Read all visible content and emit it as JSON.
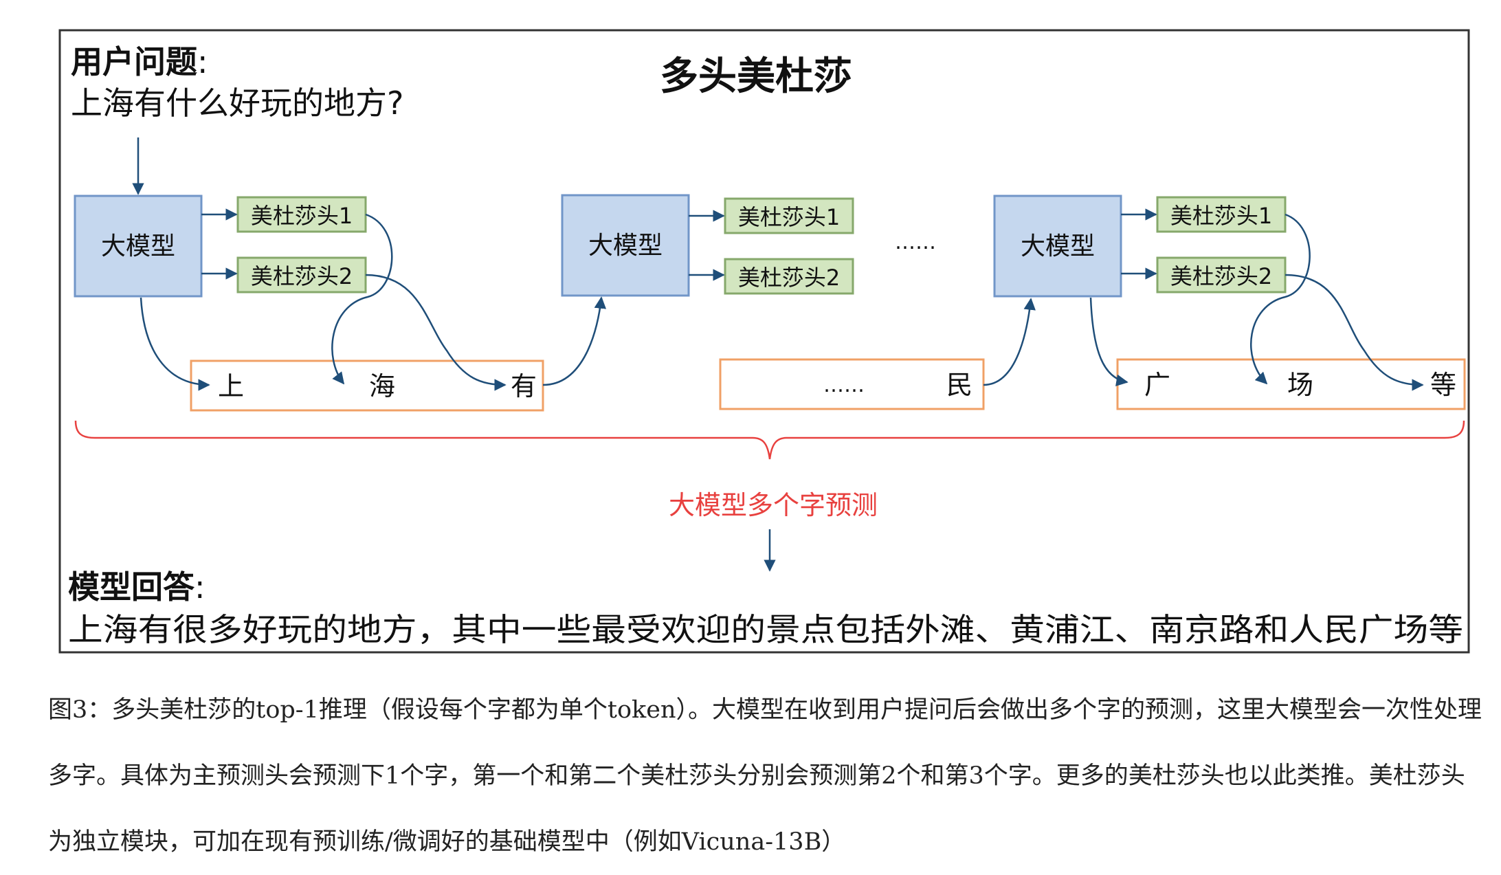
{
  "figure": {
    "title": "多头美杜莎",
    "question_label": "用户问题",
    "question_colon": ":",
    "question_text": "上海有什么好玩的地方?",
    "answer_label": "模型回答",
    "answer_colon": ":",
    "answer_text": "上海有很多好玩的地方，其中一些最受欢迎的景点包括外滩、黄浦江、南京路和人民广场等",
    "llm_label": "大模型",
    "head1_label": "美杜莎头1",
    "head2_label": "美杜莎头2",
    "ellipsis": "……",
    "brace_label": "大模型多个字预测",
    "token_box1": [
      "上",
      "海",
      "有"
    ],
    "token_box2": [
      "……",
      "民"
    ],
    "token_box3": [
      "广",
      "场",
      "等"
    ],
    "colors": {
      "llm_fill": "#c5d7ee",
      "llm_stroke": "#7196c8",
      "head_fill": "#d3e6c0",
      "head_stroke": "#86a86b",
      "token_stroke": "#f0a066",
      "arrow": "#1f4e79",
      "brace": "#e8413f",
      "frame": "#333333"
    }
  },
  "caption": "图3：多头美杜莎的top-1推理（假设每个字都为单个token）。大模型在收到用户提问后会做出多个字的预测，这里大模型会一次性处理多字。具体为主预测头会预测下1个字，第一个和第二个美杜莎头分别会预测第2个和第3个字。更多的美杜莎头也以此类推。美杜莎头为独立模块，可加在现有预训练/微调好的基础模型中（例如Vicuna-13B）"
}
